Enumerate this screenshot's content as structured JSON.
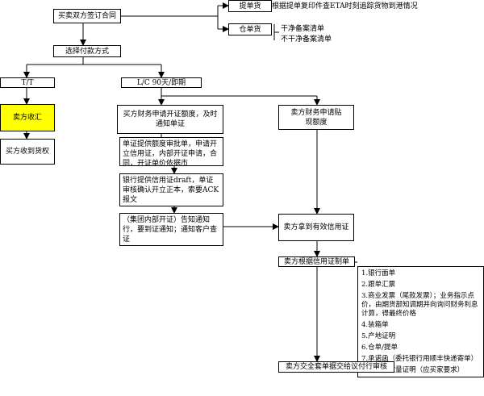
{
  "start": "买卖双方签订合同",
  "branch_top": {
    "tidan_label": "提单货",
    "tidan_desc": "根据提单复印件查ETA时刻追踪货物到港情况",
    "cangdan_label": "仓单货",
    "cangdan_opt1": "干净备案清单",
    "cangdan_opt2": "不干净备案清单"
  },
  "select_payment": "选择付款方式",
  "tt": "T/T",
  "lc": "L/C 90天/即期",
  "seller_receive": "卖方收汇",
  "buyer_rights": "买方收到货权",
  "buyer_finance_apply": "买方财务申请开证额度，及时通知单证",
  "seller_finance": "卖方财务申请贴现额度",
  "doc_limit": "单证提供额度审批单，申请开立信用证，内部开证申请，合同，开证单价依据市",
  "bank_draft": "银行提供信用证draft，单证审核确认开立正本，索要ACK报文",
  "group_notice": "（集团内部开证）告知通知行，要到证通知；通知客户查证",
  "seller_get_lc": "卖方拿到有效信用证",
  "seller_prepare_docs": "卖方根据信用证制单",
  "documents": [
    "1.银行面单",
    "2.跟单汇票",
    "3.商业发票（尾款发票）；业务指示点价，由期货部知调期并向询问财务利息计算，得最终价格",
    "4.装箱单",
    "5.产地证明",
    "6.仓单/提单",
    "7.承诺函（委托银行用顺丰快递寄单）",
    "8.质量、数量证明（应买家要求）"
  ],
  "seller_submit": "卖方交全套单据交给议付行审核"
}
